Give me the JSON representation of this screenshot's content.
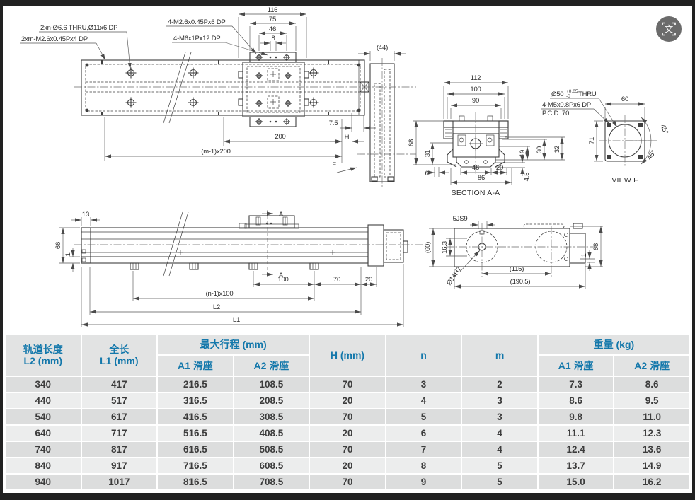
{
  "icon": {
    "translate_glyph": "文"
  },
  "colors": {
    "frame": "#212121",
    "header_text": "#1478ab",
    "header_bg": "#e2e3e3",
    "row_dark": "#dcdddd",
    "row_light": "#eceded",
    "line": "#3f3f3f"
  },
  "drawings": {
    "top_view": {
      "callout_1": "2xn-Ø6.6 THRU,Ø11x6 DP",
      "callout_2": "2xm-M2.6x0.45Px4 DP",
      "callout_3": "4-M2.6x0.45Px6 DP",
      "callout_4": "4-M6x1Px12 DP",
      "dim_116": "116",
      "dim_75": "75",
      "dim_46": "46",
      "dim_8": "8",
      "dim_7_5": "7.5",
      "dim_h": "H",
      "dim_200": "200",
      "dim_m_pitch": "(m-1)x200",
      "dim_44": "(44)",
      "view_arrow_f": "F"
    },
    "section_aa": {
      "title": "SECTION A-A",
      "dim_112": "112",
      "dim_100": "100",
      "dim_90": "90",
      "dim_68": "68",
      "dim_31": "31",
      "dim_6": "6",
      "dim_46": "46",
      "dim_20": "20",
      "dim_86": "86",
      "dim_4_5": "4.5",
      "dim_19": "19",
      "dim_30": "30",
      "dim_32": "32"
    },
    "view_f": {
      "title": "VIEW F",
      "bore": "Ø50",
      "bore_tol_plus": "+0.05",
      "bore_tol_minus": "-0",
      "bore_suffix": "THRU",
      "tap": "4-M5x0.8Px6 DP",
      "pcd": "P.C.D. 70",
      "dim_60": "60",
      "dim_71": "71",
      "angle_1": "45°",
      "angle_2": "45°"
    },
    "side_view": {
      "dim_13": "13",
      "dim_66": "66",
      "dim_1": "1",
      "dim_100": "100",
      "dim_70": "70",
      "dim_20": "20",
      "dim_pitch": "(n-1)x100",
      "dim_l2": "L2",
      "dim_l1": "L1",
      "section_marker": "A"
    },
    "bottom_view": {
      "dim_key": "5JS9",
      "dim_60": "(60)",
      "dim_16_3": "16.3",
      "dim_bore": "Ø14H7",
      "dim_115": "(115)",
      "dim_190_5": "(190.5)",
      "dim_68": "68",
      "dim_1": "1"
    }
  },
  "table": {
    "headers": {
      "l2_line1": "轨道长度",
      "l2_line2": "L2 (mm)",
      "l1_line1": "全长",
      "l1_line2": "L1 (mm)",
      "stroke": "最大行程 (mm)",
      "stroke_a1": "A1 滑座",
      "stroke_a2": "A2 滑座",
      "h": "H (mm)",
      "n": "n",
      "m": "m",
      "weight": "重量 (kg)",
      "weight_a1": "A1 滑座",
      "weight_a2": "A2 滑座"
    },
    "rows": [
      [
        "340",
        "417",
        "216.5",
        "108.5",
        "70",
        "3",
        "2",
        "7.3",
        "8.6"
      ],
      [
        "440",
        "517",
        "316.5",
        "208.5",
        "20",
        "4",
        "3",
        "8.6",
        "9.5"
      ],
      [
        "540",
        "617",
        "416.5",
        "308.5",
        "70",
        "5",
        "3",
        "9.8",
        "11.0"
      ],
      [
        "640",
        "717",
        "516.5",
        "408.5",
        "20",
        "6",
        "4",
        "11.1",
        "12.3"
      ],
      [
        "740",
        "817",
        "616.5",
        "508.5",
        "70",
        "7",
        "4",
        "12.4",
        "13.6"
      ],
      [
        "840",
        "917",
        "716.5",
        "608.5",
        "20",
        "8",
        "5",
        "13.7",
        "14.9"
      ],
      [
        "940",
        "1017",
        "816.5",
        "708.5",
        "70",
        "9",
        "5",
        "15.0",
        "16.2"
      ]
    ]
  }
}
